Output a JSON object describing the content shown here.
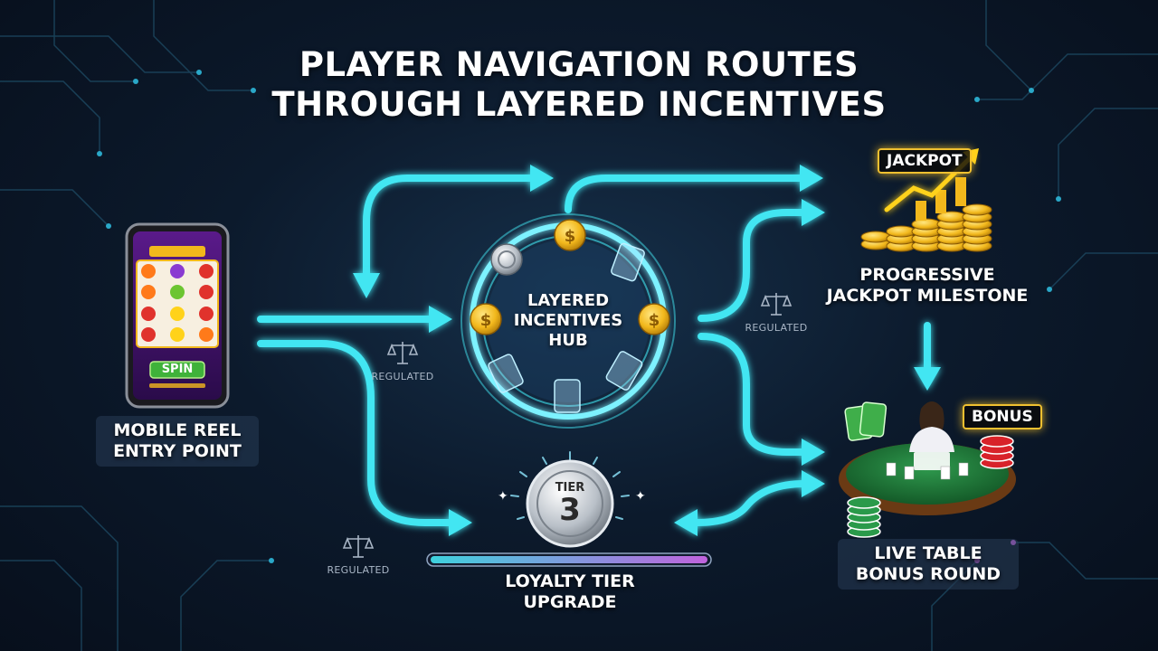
{
  "title": {
    "line1": "PLAYER NAVIGATION ROUTES",
    "line2": "THROUGH LAYERED INCENTIVES"
  },
  "nodes": {
    "entry": {
      "line1": "MOBILE REEL",
      "line2": "ENTRY POINT",
      "button": "SPIN"
    },
    "hub": {
      "line1": "LAYERED",
      "line2": "INCENTIVES",
      "line3": "HUB"
    },
    "jackpot": {
      "line1": "PROGRESSIVE",
      "line2": "JACKPOT MILESTONE",
      "tag": "JACKPOT"
    },
    "live": {
      "line1": "LIVE TABLE",
      "line2": "BONUS ROUND",
      "tag": "BONUS"
    },
    "tier": {
      "line1": "LOYALTY TIER",
      "line2": "UPGRADE",
      "badge_word": "TIER",
      "badge_number": "3"
    }
  },
  "regulated_label": "REGULATED",
  "colors": {
    "arrow": "#43e6f2",
    "background": "#0c1a2c",
    "gold": "#f2b81c",
    "felt": "#1f7a3a"
  },
  "icons": [
    "slot-phone-icon",
    "coin-icon",
    "card-icon",
    "scale-icon",
    "gold-stack-icon",
    "chip-stack-icon",
    "dealer-icon",
    "tier-medal-icon"
  ]
}
